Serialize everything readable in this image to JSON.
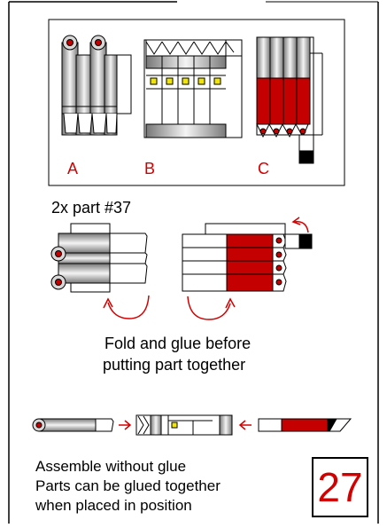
{
  "top_panel": {
    "labels": [
      "A",
      "B",
      "C"
    ]
  },
  "instructions": {
    "part_count": "2x part #37",
    "fold_caption_line1": "Fold and glue before",
    "fold_caption_line2": "putting part together",
    "assemble_line1": "Assemble without glue",
    "assemble_line2": "Parts can be glued together",
    "assemble_line3": "when placed in position"
  },
  "page_number": "27",
  "colors": {
    "red": "#c40000",
    "label_red": "#d40000",
    "yellow": "#f2e600",
    "gray": "#bdbdbd",
    "black": "#000000"
  }
}
